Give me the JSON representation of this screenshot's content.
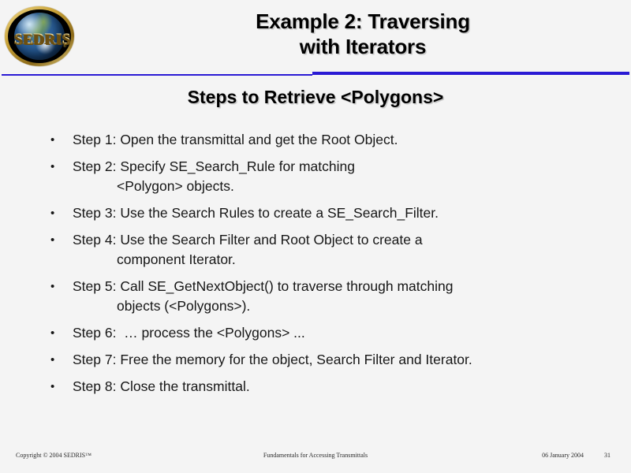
{
  "slide": {
    "background_color": "#f4f4f4",
    "accent_color": "#2a1ad4",
    "text_color": "#161616"
  },
  "logo": {
    "wordmark": "SEDRIS",
    "trademark": "®",
    "ring_color": "#caa43a",
    "disc_color": "#000000"
  },
  "header": {
    "title_line1": "Example 2: Traversing",
    "title_line2": "with Iterators"
  },
  "subheading": {
    "text": "Steps to Retrieve <Polygons>"
  },
  "bullets": [
    {
      "marker": "•",
      "lines": [
        "Step 1: Open the transmittal and get the Root Object."
      ]
    },
    {
      "marker": "•",
      "lines": [
        "Step 2: Specify SE_Search_Rule for matching",
        "<Polygon> objects."
      ]
    },
    {
      "marker": "•",
      "lines": [
        "Step 3: Use the Search Rules to create a SE_Search_Filter."
      ]
    },
    {
      "marker": "•",
      "lines": [
        "Step 4: Use the Search Filter and Root Object to create a",
        "component Iterator."
      ]
    },
    {
      "marker": "•",
      "lines": [
        "Step 5: Call SE_GetNextObject() to traverse through matching",
        "objects (<Polygons>)."
      ]
    },
    {
      "marker": "•",
      "lines": [
        "Step 6:  … process the <Polygons> ..."
      ]
    },
    {
      "marker": "•",
      "lines": [
        "Step 7: Free the memory for the object, Search Filter and Iterator."
      ]
    },
    {
      "marker": "•",
      "lines": [
        "Step 8: Close the transmittal."
      ]
    }
  ],
  "footer": {
    "copyright": "Copyright © 2004 SEDRIS™",
    "center": "Fundamentals for Accessing Transmittals",
    "date": "06 January 2004",
    "page_number": "31"
  }
}
